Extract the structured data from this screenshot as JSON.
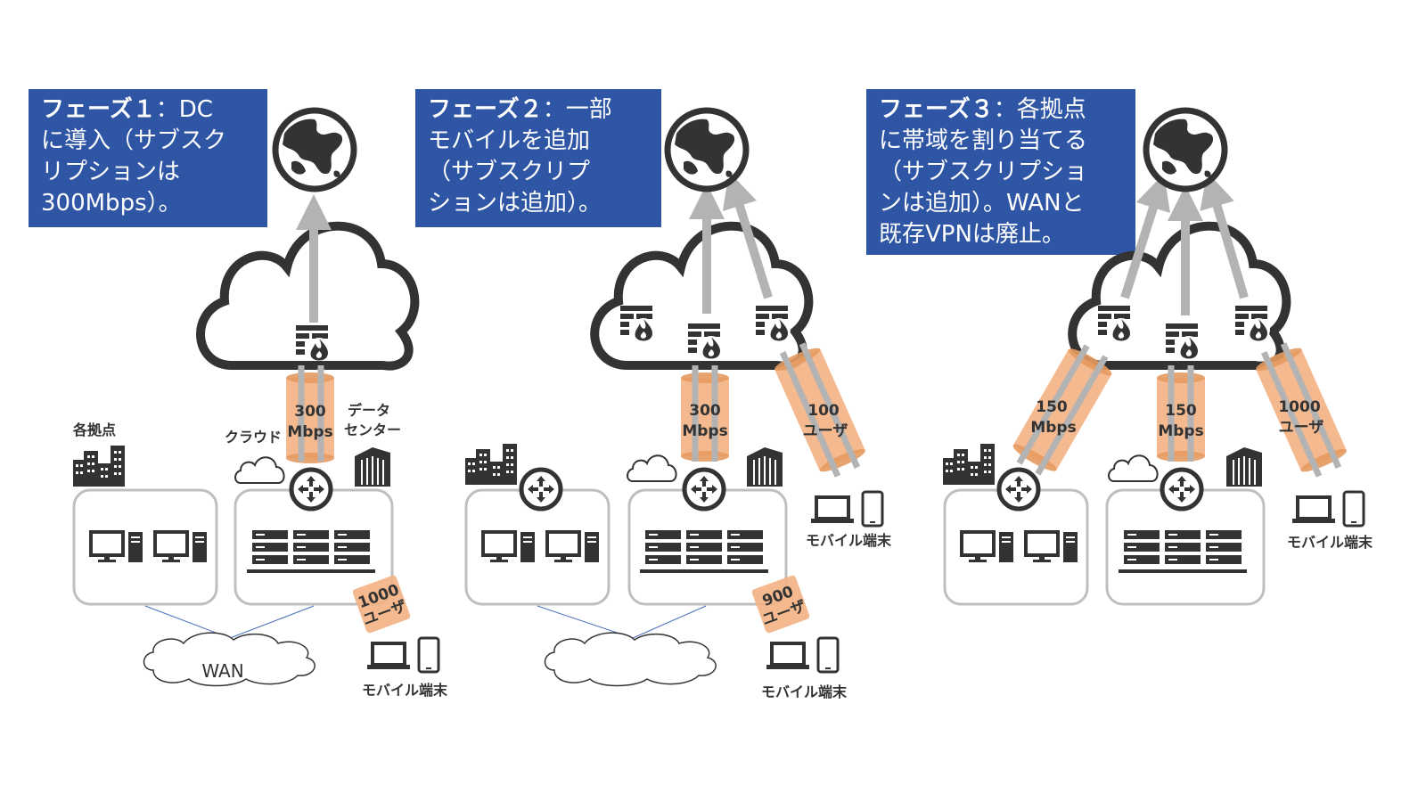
{
  "phases": [
    {
      "title": "フェーズ１",
      "desc_lines": [
        "：DC",
        "に導入（サブスク",
        "リプションは",
        "300Mbps）。"
      ],
      "sites_label": "各拠点",
      "cloud_label": "クラウド",
      "dc_label_1": "データ",
      "dc_label_2": "センター",
      "pipe_dc": [
        "300",
        "Mbps"
      ],
      "mobile_local": [
        "1000",
        "ユーザ"
      ],
      "mobile_label": "モバイル端末",
      "wan_label": "WAN"
    },
    {
      "title": "フェーズ２",
      "desc_lines": [
        "：一部",
        "モバイルを追加",
        "（サブスクリプ",
        "ションは追加）。"
      ],
      "pipe_dc": [
        "300",
        "Mbps"
      ],
      "pipe_mobile": [
        "100",
        "ユーザ"
      ],
      "mobile_local": [
        "900",
        "ユーザ"
      ],
      "mobile_label_right": "モバイル端末",
      "mobile_label": "モバイル端末"
    },
    {
      "title": "フェーズ３",
      "desc_lines": [
        "：各拠点",
        "に帯域を割り当てる",
        "（サブスクリプショ",
        "ンは追加）。WANと",
        "既存VPNは廃止。"
      ],
      "pipe_site": [
        "150",
        "Mbps"
      ],
      "pipe_dc": [
        "150",
        "Mbps"
      ],
      "pipe_mobile": [
        "1000",
        "ユーザ"
      ],
      "mobile_label_right": "モバイル端末"
    }
  ],
  "colors": {
    "phase_box": "#2f55a5",
    "pipe": "#f4b183",
    "pipe_dark": "#e59a5f",
    "icon": "#333333",
    "arrow": "#b3b3b3",
    "box_border": "#bfbfbf"
  }
}
